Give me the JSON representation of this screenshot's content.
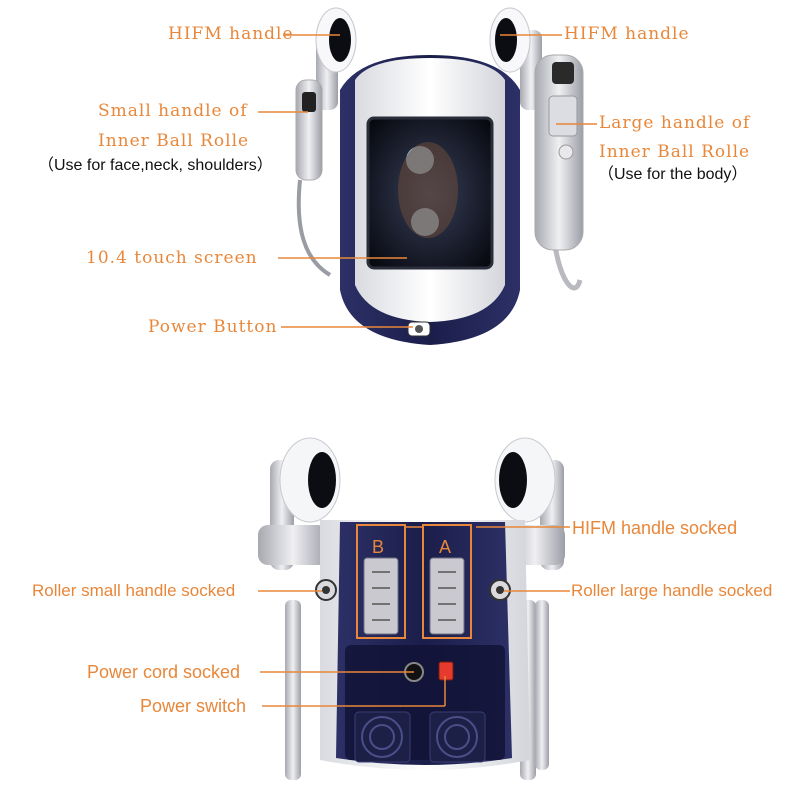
{
  "colors": {
    "label": "#e8873a",
    "leader": "#e8873a",
    "body_white": "#f2f3f5",
    "body_navy": "#1e2150",
    "highlight_box": "#e8873a",
    "socket_metal": "#c9c9cf"
  },
  "top_view": {
    "hifm_handle_left": "HIFM handle",
    "hifm_handle_right": "HIFM handle",
    "small_handle": {
      "line1": "Small handle of",
      "line2": "Inner Ball Rolle",
      "note": "（Use for face,neck, shoulders）"
    },
    "large_handle": {
      "line1": "Large handle of",
      "line2": "Inner Ball Rolle",
      "note": "（Use for the body）"
    },
    "touch_screen": "10.4 touch screen",
    "power_button": "Power Button"
  },
  "back_view": {
    "hifm_socket": "HIFM handle socked",
    "socket_b": "B",
    "socket_a": "A",
    "roller_small_socket": "Roller small handle socked",
    "roller_large_socket": "Roller large handle socked",
    "power_cord_socket": "Power cord socked",
    "power_switch": "Power switch"
  }
}
